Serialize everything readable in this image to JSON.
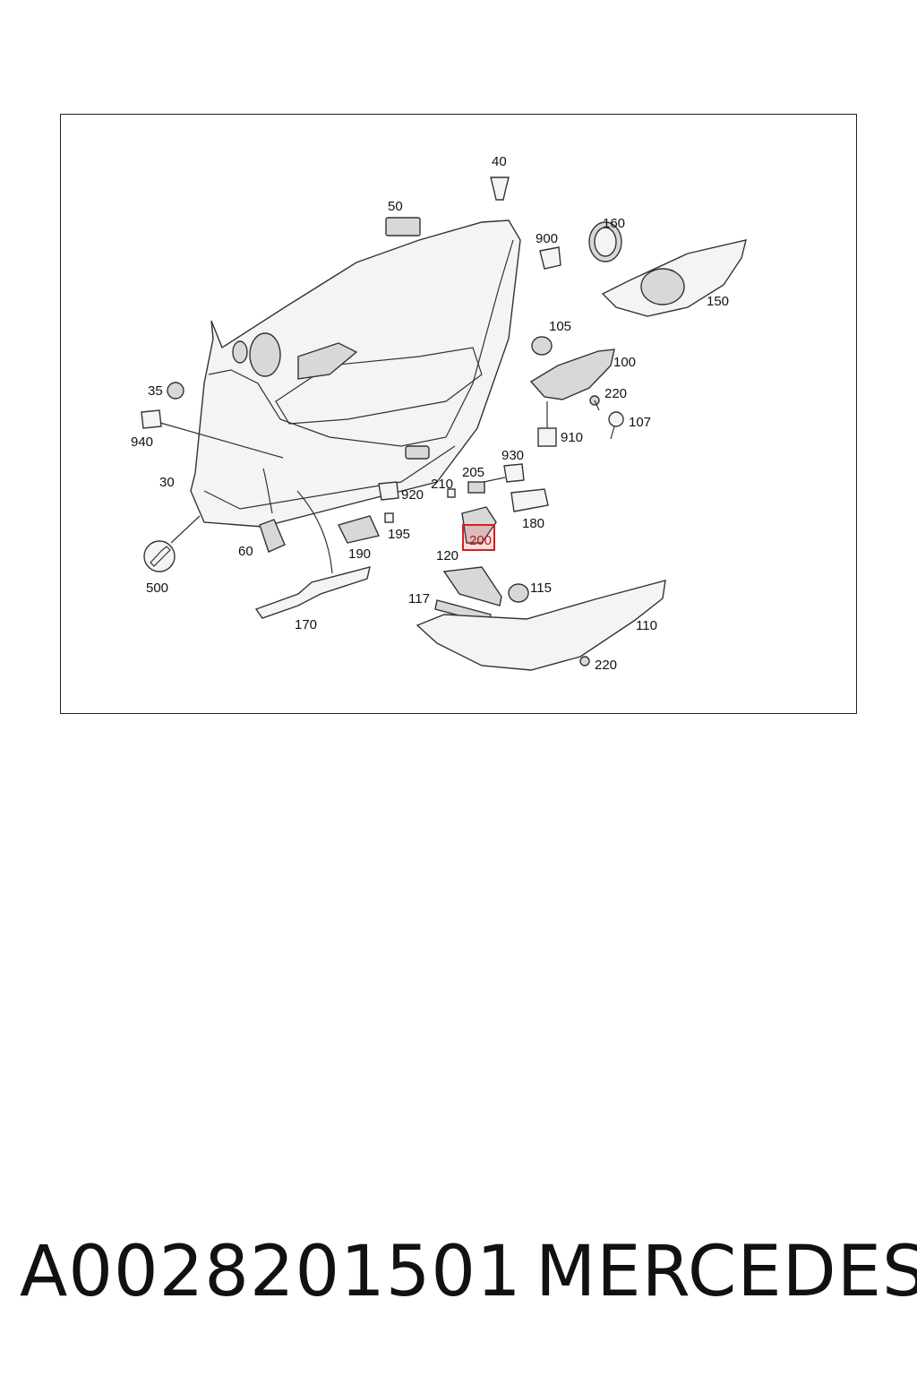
{
  "diagram": {
    "part_labels": [
      "40",
      "50",
      "900",
      "160",
      "150",
      "105",
      "100",
      "220",
      "107",
      "910",
      "35",
      "940",
      "30",
      "930",
      "205",
      "210",
      "920",
      "180",
      "200",
      "195",
      "190",
      "60",
      "500",
      "120",
      "115",
      "117",
      "170",
      "110",
      "220"
    ],
    "highlighted_label": "200"
  },
  "footer": {
    "part_number": "A0028201501",
    "brand": "MERCEDES"
  }
}
